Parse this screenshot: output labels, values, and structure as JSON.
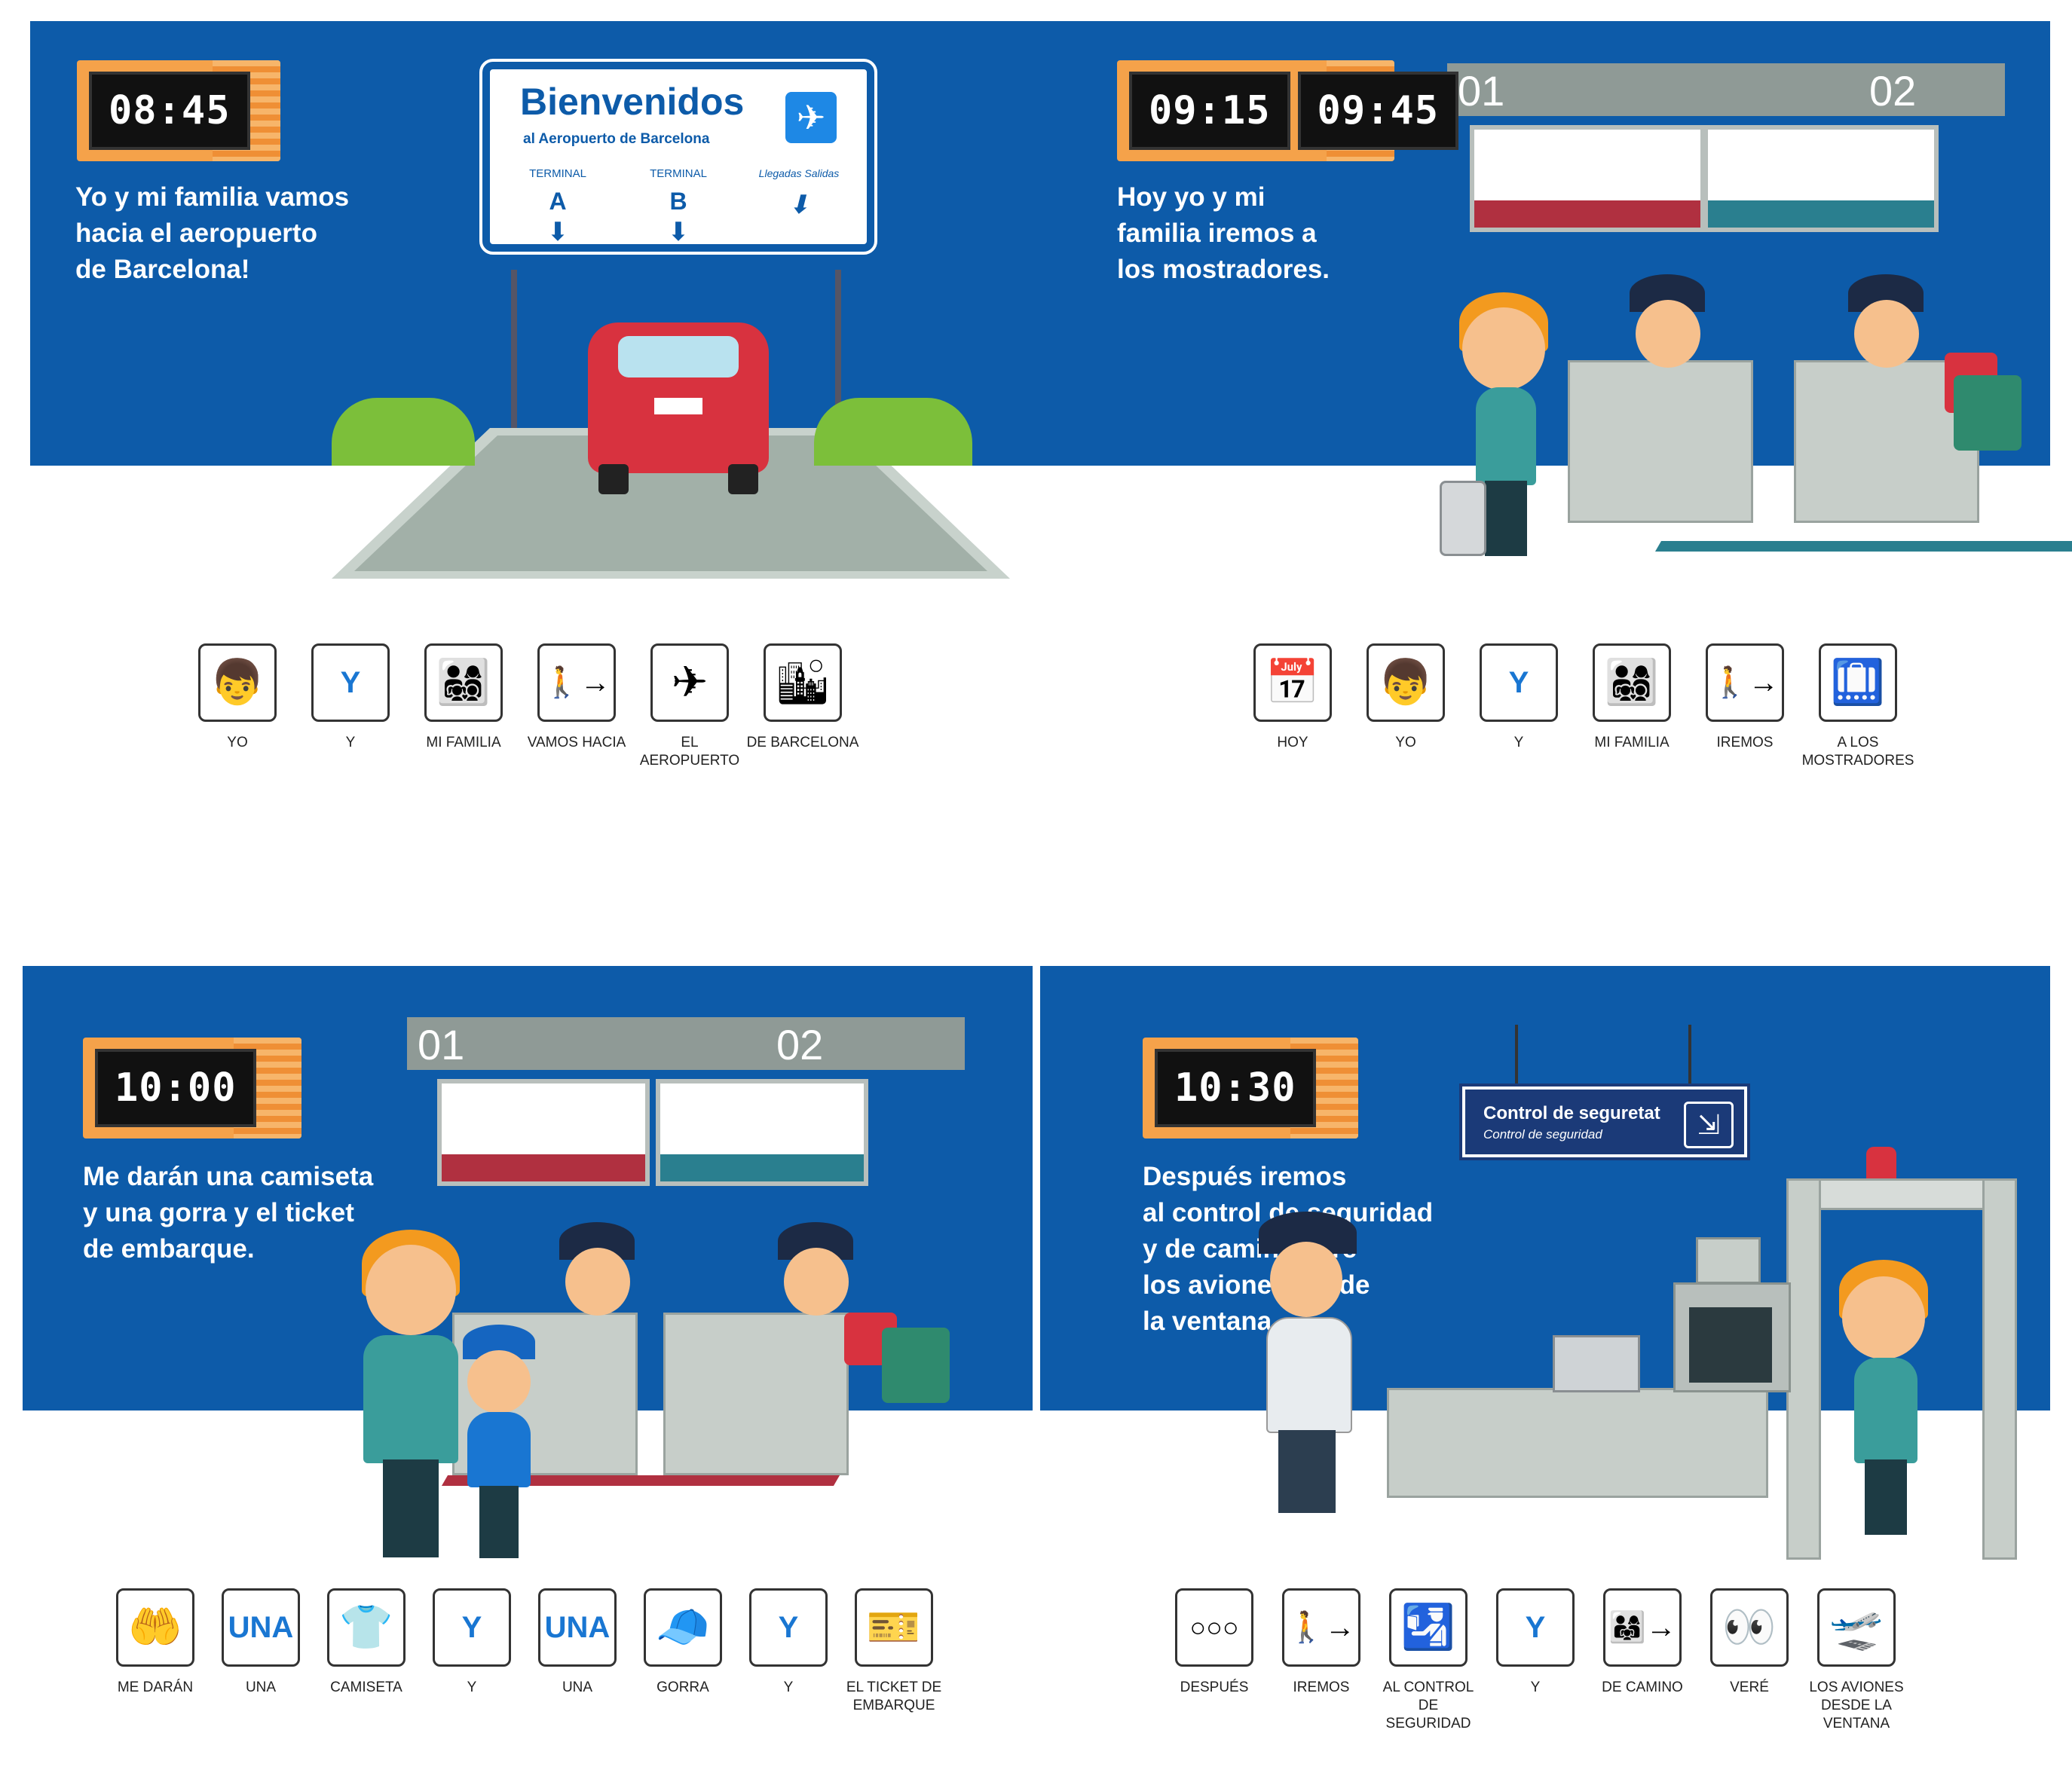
{
  "panels": [
    {
      "time": "08:45",
      "caption_lines": [
        "Yo y mi familia vamos",
        "hacia el aeropuerto",
        "de Barcelona!"
      ],
      "sign": {
        "title": "Bienvenidos",
        "subtitle": "al Aeropuerto de Barcelona",
        "terminals": [
          {
            "label": "TERMINAL",
            "letter": "A"
          },
          {
            "label": "TERMINAL",
            "letter": "B"
          },
          {
            "label": "Llegadas Salidas",
            "letter": ""
          }
        ]
      },
      "pictos": [
        {
          "icon": "👦",
          "label": "YO"
        },
        {
          "text": "Y",
          "label": "Y"
        },
        {
          "icon": "👨‍👩‍👧‍👦",
          "label": "MI FAMILIA"
        },
        {
          "icon": "🚶→",
          "label": "VAMOS HACIA"
        },
        {
          "icon": "✈",
          "label": "EL AEROPUERTO"
        },
        {
          "icon": "🏙",
          "label": "DE BARCELONA"
        }
      ]
    },
    {
      "times": [
        "09:15",
        "09:45"
      ],
      "caption_lines": [
        "Hoy yo y mi",
        "familia iremos a",
        "los mostradores."
      ],
      "counters": [
        "01",
        "02"
      ],
      "pictos": [
        {
          "icon": "📅",
          "label": "HOY"
        },
        {
          "icon": "👦",
          "label": "YO"
        },
        {
          "text": "Y",
          "label": "Y"
        },
        {
          "icon": "👨‍👩‍👧‍👦",
          "label": "MI FAMILIA"
        },
        {
          "icon": "🚶→",
          "label": "IREMOS"
        },
        {
          "icon": "🛄",
          "label": "A LOS MOSTRADORES"
        }
      ]
    },
    {
      "time": "10:00",
      "caption_lines": [
        "Me darán una camiseta",
        "y una gorra y el ticket",
        "de embarque."
      ],
      "counters": [
        "01",
        "02"
      ],
      "pictos": [
        {
          "icon": "🤲",
          "label": "ME DARÁN"
        },
        {
          "text": "UNA",
          "label": "UNA"
        },
        {
          "icon": "👕",
          "label": "CAMISETA"
        },
        {
          "text": "Y",
          "label": "Y"
        },
        {
          "text": "UNA",
          "label": "UNA"
        },
        {
          "icon": "🧢",
          "label": "GORRA"
        },
        {
          "text": "Y",
          "label": "Y"
        },
        {
          "icon": "🎫",
          "label": "EL TICKET DE EMBARQUE"
        }
      ]
    },
    {
      "time": "10:30",
      "caption_lines": [
        "Después iremos",
        "al control de seguridad",
        "y de camino veré",
        "los aviones desde",
        "la ventana."
      ],
      "security_sign": {
        "title": "Control de seguretat",
        "subtitle": "Control de seguridad"
      },
      "pictos": [
        {
          "icon": "○○○",
          "label": "DESPUÉS"
        },
        {
          "icon": "🚶→",
          "label": "IREMOS"
        },
        {
          "icon": "🛂",
          "label": "AL CONTROL DE SEGURIDAD"
        },
        {
          "text": "Y",
          "label": "Y"
        },
        {
          "icon": "👨‍👩‍👧→",
          "label": "DE CAMINO"
        },
        {
          "icon": "👀",
          "label": "VERÉ"
        },
        {
          "icon": "🛫",
          "label": "LOS AVIONES DESDE LA VENTANA"
        }
      ]
    }
  ],
  "colors": {
    "band": "#0d5ba9",
    "clock": "#f5a24a",
    "accent_red": "#b03040",
    "accent_teal": "#2a7f8f"
  }
}
